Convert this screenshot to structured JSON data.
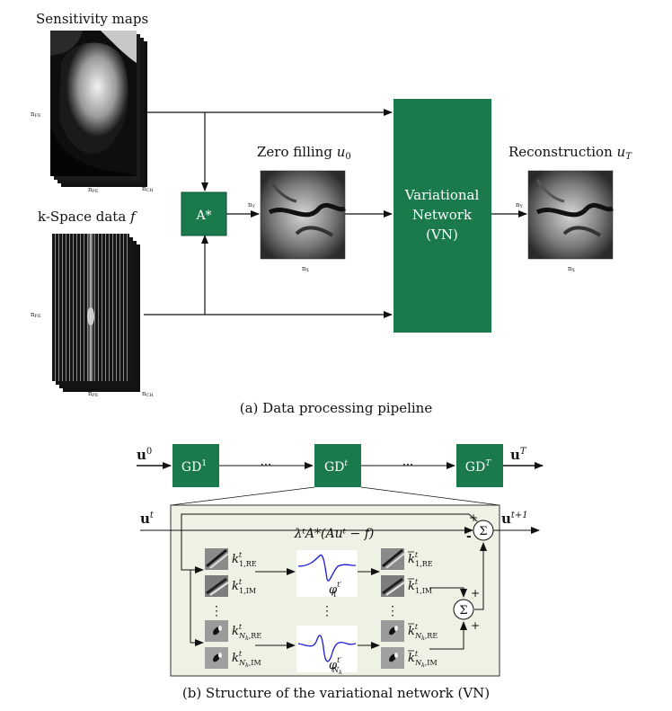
{
  "pipeline": {
    "sensitivity_title": "Sensitivity maps",
    "kspace_title": "k-Space data",
    "kspace_symbol": "f",
    "zero_fill_title": "Zero filling",
    "zero_fill_symbol": "u",
    "zero_fill_sub": "0",
    "recon_title": "Reconstruction",
    "recon_symbol": "u",
    "recon_sub": "T",
    "astar_op": "A*",
    "vn_line1": "Variational",
    "vn_line2": "Network",
    "vn_line3": "(VN)",
    "dim_fe": "n",
    "dim_fe_sub": "FE",
    "dim_pe": "n",
    "dim_pe_sub": "PE",
    "dim_ch": "n",
    "dim_ch_sub": "CH",
    "dim_y": "n",
    "dim_y_sub": "Y",
    "dim_x": "n",
    "dim_x_sub": "X",
    "caption": "(a) Data processing pipeline"
  },
  "structure": {
    "input": "u",
    "input_sup": "0",
    "output": "u",
    "output_sup": "T",
    "gd": "GD",
    "gd1_sup": "1",
    "gdt_sup": "t",
    "gdT_sup": "T",
    "dots": "···",
    "detail_input": "u",
    "detail_input_sup": "t",
    "detail_output": "u",
    "detail_output_sup": "t+1",
    "data_term": "λᵗA*(Auᵗ − f)",
    "sum_symbol": "Σ",
    "plus": "+",
    "minus": "-",
    "k1re": "k",
    "k1re_sub": "1,RE",
    "k1im": "k",
    "k1im_sub": "1,IM",
    "knre": "k",
    "knre_sub": "N",
    "knre_sub2": "k",
    "knre_sub3": ",RE",
    "knim": "k",
    "knim_sub": "N",
    "knim_sub2": "k",
    "knim_sub3": ",IM",
    "k_sup": "t",
    "phi1": "φ",
    "phi1_sup": "t′",
    "phi1_sub": "1",
    "phiN": "φ",
    "phiN_sup": "t′",
    "phiN_sub": "N",
    "phiN_sub2": "k",
    "vdots": "⋮",
    "caption": "(b) Structure of the variational network (VN)"
  },
  "colors": {
    "box_green": "#1a7a4c",
    "panel_bg": "#eef2e4",
    "activation_blue": "#1a1ad6"
  }
}
